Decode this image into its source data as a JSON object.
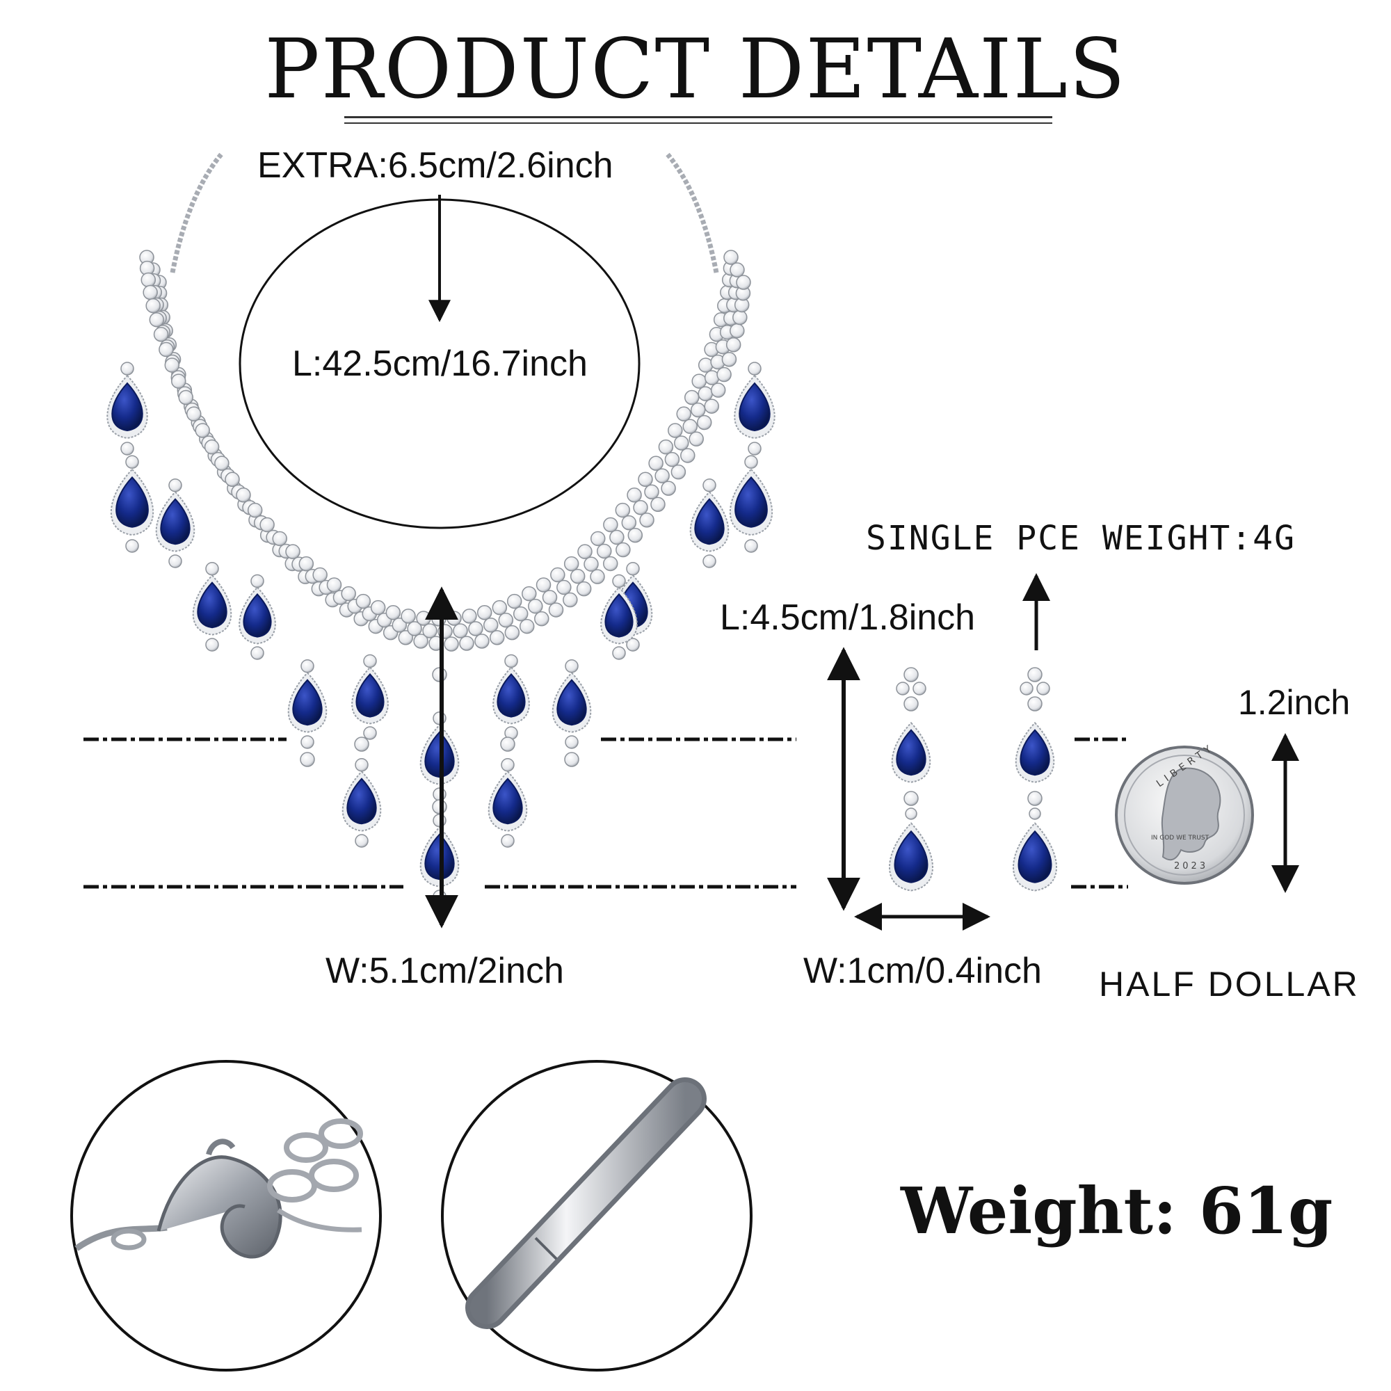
{
  "header": {
    "title": "PRODUCT DETAILS"
  },
  "necklace": {
    "extra": "EXTRA:6.5cm/2.6inch",
    "length": "L:42.5cm/16.7inch",
    "width": "W:5.1cm/2inch"
  },
  "earring": {
    "single_weight": "SINGLE PCE WEIGHT:4G",
    "length": "L:4.5cm/1.8inch",
    "width": "W:1cm/0.4inch"
  },
  "coin": {
    "size": "1.2inch",
    "label": "HALF DOLLAR",
    "rim_text": "LIBERTY",
    "motto": "IN GOD WE TRUST",
    "year": "2023"
  },
  "total": {
    "weight": "Weight: 61g"
  },
  "colors": {
    "sapphire": "#0b1a5c",
    "silver": "#c9ccd2",
    "ink": "#111111"
  },
  "icons": [
    "lobster-clasp-icon",
    "earring-post-icon",
    "coin-icon",
    "arrow-icon"
  ]
}
